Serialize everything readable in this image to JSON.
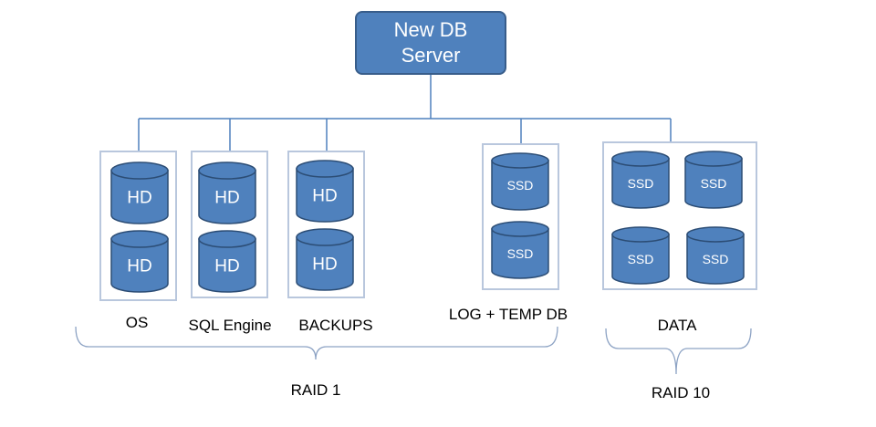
{
  "server": {
    "title_line1": "New DB",
    "title_line2": "Server"
  },
  "colors": {
    "disk_fill": "#4f81bd",
    "disk_stroke": "#2c4d75",
    "group_border": "#b9c7dd",
    "connector": "#4f81bd",
    "bracket": "#8da3c4"
  },
  "groups": [
    {
      "id": "os",
      "label": "OS",
      "disk_label": "HD",
      "icon": "hard-disk-icon",
      "disks": 2
    },
    {
      "id": "sql-engine",
      "label": "SQL Engine",
      "disk_label": "HD",
      "icon": "hard-disk-icon",
      "disks": 2
    },
    {
      "id": "backups",
      "label": "BACKUPS",
      "disk_label": "HD",
      "icon": "hard-disk-icon",
      "disks": 2
    },
    {
      "id": "log-temp-db",
      "label": "LOG + TEMP DB",
      "disk_label": "SSD",
      "icon": "ssd-icon",
      "disks": 2
    },
    {
      "id": "data",
      "label": "DATA",
      "disk_label": "SSD",
      "icon": "ssd-icon",
      "disks": 4
    }
  ],
  "raid": [
    {
      "label": "RAID 1"
    },
    {
      "label": "RAID 10"
    }
  ]
}
